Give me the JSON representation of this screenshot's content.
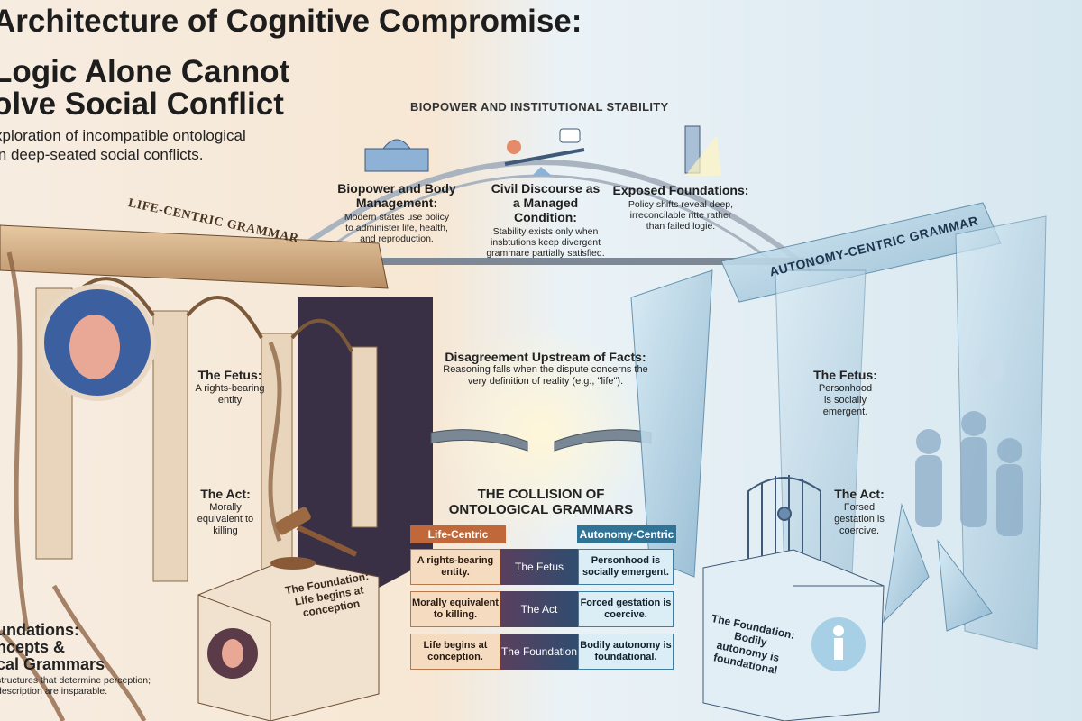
{
  "header": {
    "title_lines": [
      "Architecture of Cognitive Compromise:",
      "Logic Alone Cannot",
      "olve Social Conflict"
    ],
    "subtitle_lines": [
      "xploration of incompatible ontological",
      "in deep-seated social conflicts."
    ]
  },
  "top_section": {
    "heading": "BIOPOWER AND INSTITUTIONAL STABILITY",
    "columns": [
      {
        "icon": "capitol-building-icon",
        "title": "Biopower and Body Management:",
        "text": "Modern states use policy to administer life, health, and reproduction."
      },
      {
        "icon": "seesaw-speech-bubble-icon",
        "title": "Civil Discourse as a Managed Condition:",
        "text": "Stability exists only when insbtutions keep divergent grammare partially satisfied."
      },
      {
        "icon": "cracked-pillar-spotlight-icon",
        "title": "Exposed Foundations:",
        "text": "Policy shifts reveal deep, irreconcilable ritte rather than failed logie."
      }
    ]
  },
  "left_side": {
    "banner": "LIFE-CENTRIC GRAMMAR",
    "fetus": {
      "title": "The Fetus:",
      "text": "A rights-bearing entity"
    },
    "act": {
      "title": "The Act:",
      "text": "Morally equivalent to killing"
    },
    "foundation": {
      "title": "The Foundation:",
      "text": "Life begins at conception"
    }
  },
  "right_side": {
    "banner": "AUTONOMY-CENTRIC GRAMMAR",
    "fetus": {
      "title": "The Fetus:",
      "text": "Personhood is socially emergent."
    },
    "act": {
      "title": "The Act:",
      "text": "Forsed gestation is coercive."
    },
    "foundation": {
      "title": "The Foundation:",
      "text": "Bodily autonomy is foundational"
    }
  },
  "center": {
    "disagreement": {
      "title": "Disagreement Upstream of Facts:",
      "text": "Reasoning falls when the dispute concerns the very definition of reality (e.g., \"life\")."
    },
    "collision_title": [
      "THE COLLISION OF",
      "ONTOLOGICAL GRAMMARS"
    ],
    "table": {
      "left_header": "Life-Centric",
      "right_header": "Autonomy-Centric",
      "rows": [
        {
          "left": "A rights-bearing entity.",
          "middle": "The Fetus",
          "right": "Personhood is socially emergent."
        },
        {
          "left": "Morally equivalent to killing.",
          "middle": "The Act",
          "right": "Forced gestation is coercive."
        },
        {
          "left": "Life begins at conception.",
          "middle": "The Foundation",
          "right": "Bodily autonomy is foundational."
        }
      ]
    }
  },
  "bottom_left": {
    "title_lines": [
      "undations:",
      "ncepts &",
      "cal Grammars"
    ],
    "text_lines": [
      "structures that determine perception;",
      "description are insparable."
    ]
  },
  "colors": {
    "life_accent": "#c0683a",
    "autonomy_accent": "#2f7396",
    "center_dark": "#3d4466"
  }
}
